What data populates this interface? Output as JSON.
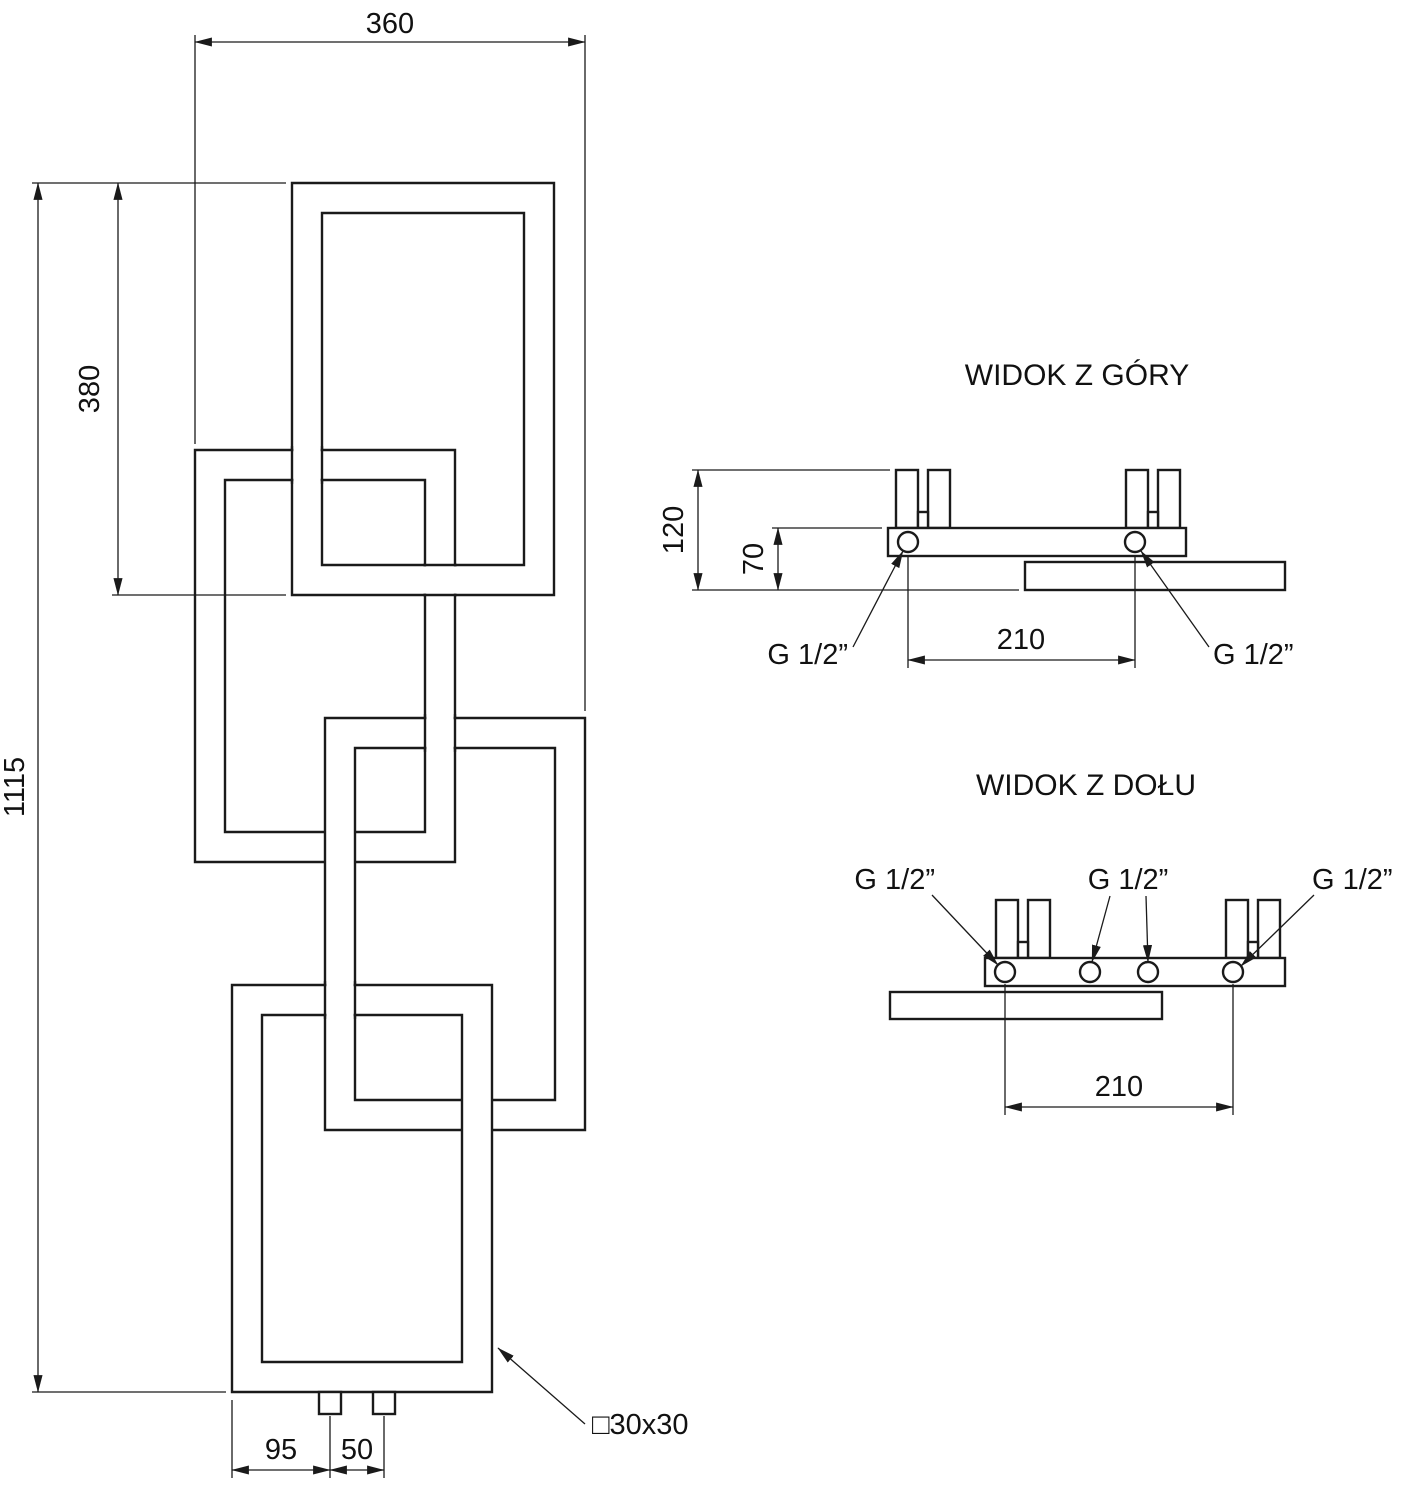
{
  "drawing": {
    "background": "#ffffff",
    "line_color": "#1a1a1a"
  },
  "front_view": {
    "dim_width": "360",
    "dim_upper_frame_height": "380",
    "dim_total_height": "1115",
    "dim_connector_offset": "95",
    "dim_connector_spacing": "50",
    "profile_callout": "□30x30"
  },
  "top_view": {
    "title": "WIDOK Z GÓRY",
    "dim_depth": "120",
    "dim_wall_offset": "70",
    "dim_connection_spacing": "210",
    "thread_label_left": "G 1/2”",
    "thread_label_right": "G 1/2”"
  },
  "bottom_view": {
    "title": "WIDOK Z DOŁU",
    "dim_connection_spacing": "210",
    "thread_label_left": "G 1/2”",
    "thread_label_center": "G 1/2”",
    "thread_label_right": "G 1/2”"
  }
}
